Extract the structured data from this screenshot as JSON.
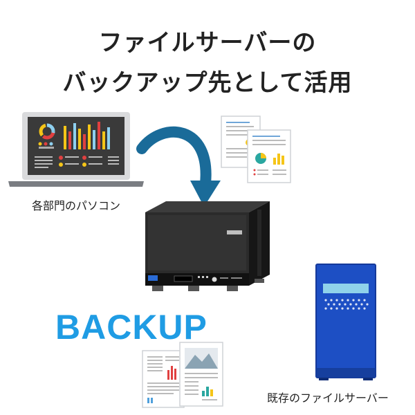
{
  "title": {
    "line1": "ファイルサーバーの",
    "line2": "バックアップ先として活用"
  },
  "labels": {
    "laptop": "各部門のパソコン",
    "server": "既存のファイルサーバー",
    "backup": "BACKUP"
  },
  "icons": [
    "laptop-icon",
    "document-stack-icon",
    "curved-arrow-icon",
    "nas-device-icon",
    "tower-server-icon"
  ],
  "colors": {
    "arrow": "#1a6b99",
    "backup_text": "#1f9ce4",
    "server_blue": "#1d4fc4",
    "laptop_screen": "#3a3a3a"
  }
}
